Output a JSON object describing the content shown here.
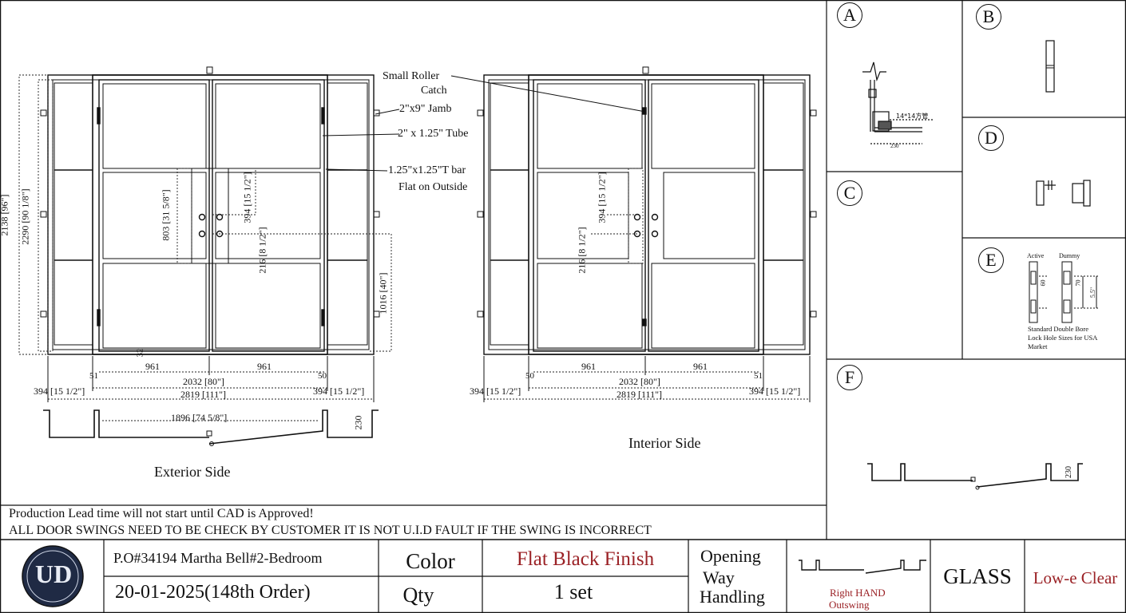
{
  "drawing": {
    "exterior_label": "Exterior Side",
    "interior_label": "Interior Side",
    "callouts": {
      "roller_1": "Small Roller",
      "roller_2": "Catch",
      "jamb": "2\"x9\" Jamb",
      "tube": "2\" x 1.25\" Tube",
      "tbar_1": "1.25\"x1.25\"T bar",
      "tbar_2": "Flat on Outside"
    },
    "dims": {
      "h2138": "2138 [96\"]",
      "h2290": "2290 [90 1/8\"]",
      "h803": "803 [31 5/8\"]",
      "h394": "394 [15 1/2\"]",
      "h216": "216 [8 1/2\"]",
      "h1016": "1016 [40\"]",
      "w961": "961",
      "w2032": "2032 [80\"]",
      "w2819": "2819 [111\"]",
      "w394": "394 [15 1/2\"]",
      "w1896": "1896 [74 5/8\"]",
      "d230": "230",
      "d51": "51",
      "d32": "32",
      "d50": "50"
    }
  },
  "details": {
    "A": "A",
    "B": "B",
    "C": "C",
    "D": "D",
    "E": "E",
    "F": "F",
    "a_note": "14*14方管",
    "a_dim1": "230",
    "e_active": "Active",
    "e_dummy": "Dummy",
    "e_n1": "60",
    "e_n2": "70",
    "e_n3": "5.5\"",
    "e_note_1": "Standard Double Bore",
    "e_note_2": "Lock Hole Sizes for USA",
    "e_note_3": "Market",
    "f_dim": "230"
  },
  "notes": {
    "line1": "Production Lead time will not start until CAD is Approved!",
    "line2": "ALL DOOR SWINGS NEED TO BE CHECK BY CUSTOMER IT IS NOT U.I.D FAULT IF THE SWING IS  INCORRECT"
  },
  "title_block": {
    "logo_text": "UD",
    "po": "P.O#34194  Martha Bell#2-Bedroom",
    "date_order": "20-01-2025(148th Order)",
    "color_label": "Color",
    "color_value": "Flat Black  Finish",
    "qty_label": "Qty",
    "qty_value": "1 set",
    "opening_label_1": "Opening",
    "opening_label_2": "Way",
    "opening_label_3": "Handling",
    "handling_1": "Right HAND",
    "handling_2": "Outswing",
    "glass_label": "GLASS",
    "glass_value": "Low-e Clear",
    "accent_color": "#9b2226"
  }
}
